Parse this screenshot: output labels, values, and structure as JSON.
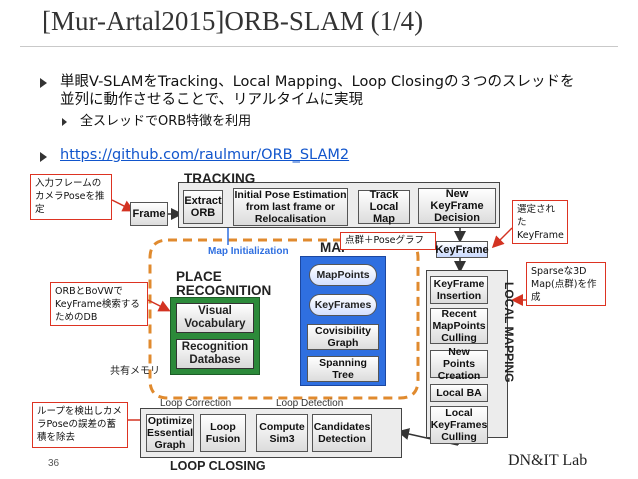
{
  "slide": {
    "title": "[Mur-Artal2015]ORB-SLAM (1/4)",
    "bullet1_line1": "単眼V-SLAMをTracking、Local Mapping、Loop Closingの３つのスレッドを",
    "bullet1_line2": "並列に動作させることで、リアルタイムに実現",
    "sub_bullet": "全スレッドでORB特徴を利用",
    "link": "https://github.com/raulmur/ORB_SLAM2",
    "page_number": "36",
    "logo_text": "DN&IT Lab"
  },
  "callouts": {
    "input_frame": "入力フレームのカメラPoseを推定",
    "selected_keyframe": "選定されたKeyFrame",
    "points_graph": "点群＋Poseグラフ",
    "sparse_3d": "Sparseな3D Map(点群)を作成",
    "orb_bovw": "ORBとBoVWでKeyFrame検索するためのDB",
    "shared_memory": "共有メモリ",
    "loop_detect": "ループを検出しカメラPoseの誤差の蓄積を除去"
  },
  "diagram": {
    "tracking_label": "TRACKING",
    "frame": "Frame",
    "extract_orb": "Extract ORB",
    "initial_pose": "Initial Pose Estimation from last frame or Relocalisation",
    "track_local_map": "Track Local Map",
    "new_keyframe_decision": "New KeyFrame Decision",
    "map_initialization": "Map Initialization",
    "map_label": "MAP",
    "keyframe": "KeyFrame",
    "place_recognition_label": "PLACE RECOGNITION",
    "visual_vocabulary": "Visual Vocabulary",
    "recognition_database": "Recognition Database",
    "mappoints": "MapPoints",
    "keyframes": "KeyFrames",
    "covisibility_graph": "Covisibility Graph",
    "spanning_tree": "Spanning Tree",
    "local_mapping_label": "LOCAL MAPPING",
    "keyframe_insertion": "KeyFrame Insertion",
    "recent_mappoints_culling": "Recent MapPoints Culling",
    "new_points_creation": "New Points Creation",
    "local_ba": "Local BA",
    "local_keyframes_culling": "Local KeyFrames Culling",
    "loop_correction": "Loop Correction",
    "loop_detection": "Loop Detection",
    "optimize_essential_graph": "Optimize Essential Graph",
    "loop_fusion": "Loop Fusion",
    "compute_sim3": "Compute Sim3",
    "candidates_detection": "Candidates Detection",
    "loop_closing_label": "LOOP CLOSING"
  },
  "colors": {
    "accent_red": "#d33322",
    "orange_dash": "#e08a2e",
    "map_blue": "#2f6fe0",
    "green": "#2c8a3a",
    "link_blue": "#1155cc"
  }
}
